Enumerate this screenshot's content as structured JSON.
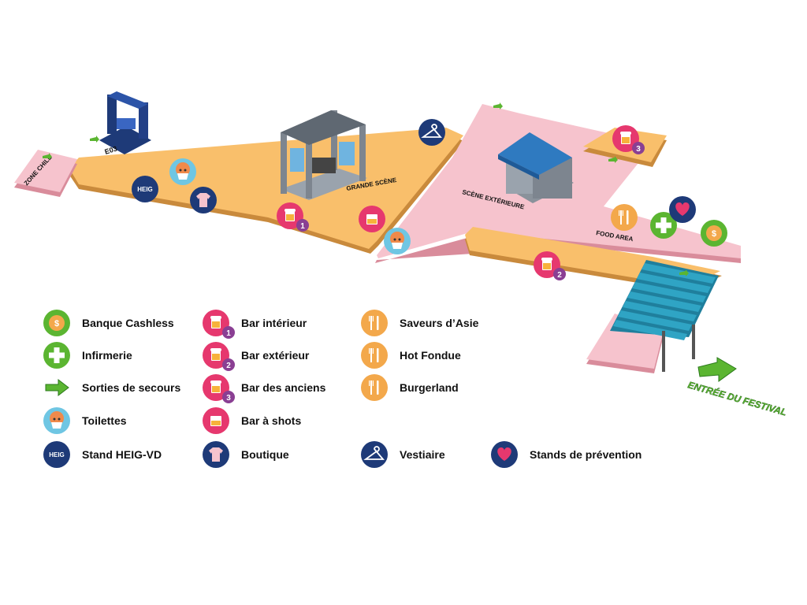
{
  "colors": {
    "orange_path": "#f9bf6b",
    "orange_edge": "#c98a3c",
    "pink_path": "#f6c3cd",
    "pink_edge": "#d98c9b",
    "green": "#5bb531",
    "navy": "#1e3a78",
    "bar_pink": "#e6386e",
    "badge_purple": "#8a3f93",
    "food_orange": "#f3a84b",
    "toilet_blue": "#6fc6e3",
    "stage_blue": "#2f7ac0"
  },
  "map": {
    "zones": {
      "zone_chill": "ZONE CHILL",
      "e03": "E03",
      "grande_scene": "GRANDE SCÈNE",
      "scene_exterieure": "SCÈNE EXTÉRIEURE",
      "food_area": "FOOD AREA"
    },
    "entrance": "ENTRÉE DU FESTIVAL",
    "badges": {
      "one": "1",
      "two": "2",
      "three": "3"
    },
    "heig_logo": "HEIG"
  },
  "legend": {
    "items": [
      {
        "label": "Banque Cashless",
        "icon": "coin-icon"
      },
      {
        "label": "Infirmerie",
        "icon": "cross-icon"
      },
      {
        "label": "Sorties de secours",
        "icon": "arrow-icon"
      },
      {
        "label": "Toilettes",
        "icon": "toilet-icon"
      },
      {
        "label": "Stand HEIG-VD",
        "icon": "heig-icon"
      },
      {
        "label": "Bar intérieur",
        "icon": "beer-icon",
        "badge": "1"
      },
      {
        "label": "Bar extérieur",
        "icon": "beer-icon",
        "badge": "2"
      },
      {
        "label": "Bar des anciens",
        "icon": "beer-icon",
        "badge": "3"
      },
      {
        "label": "Bar à shots",
        "icon": "shot-icon"
      },
      {
        "label": "Boutique",
        "icon": "shirt-icon"
      },
      {
        "label": "Saveurs d’Asie",
        "icon": "cutlery-icon"
      },
      {
        "label": "Hot Fondue",
        "icon": "cutlery-icon"
      },
      {
        "label": "Burgerland",
        "icon": "cutlery-icon"
      },
      {
        "label": "Vestiaire",
        "icon": "hanger-icon"
      },
      {
        "label": "Stands de prévention",
        "icon": "heart-icon"
      }
    ]
  }
}
